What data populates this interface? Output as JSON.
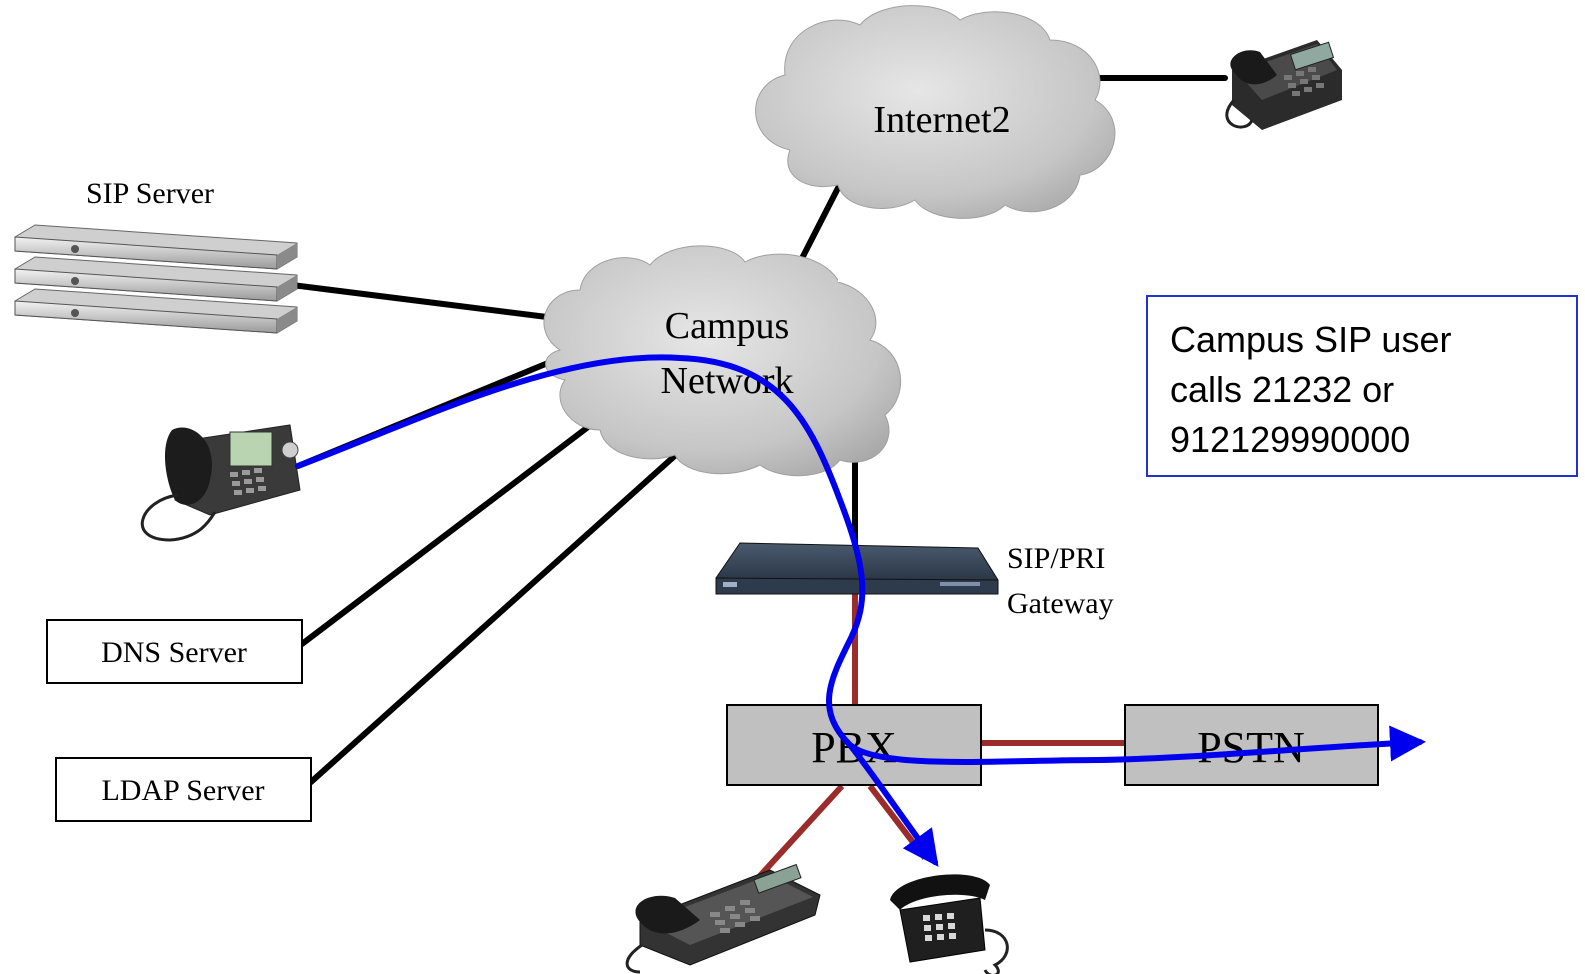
{
  "nodes": {
    "internet": "Internet2",
    "campus_line1": "Campus",
    "campus_line2": "Network",
    "sip_server": "SIP Server",
    "gateway_line1": "SIP/PRI",
    "gateway_line2": "Gateway",
    "dns": "DNS Server",
    "ldap": "LDAP Server",
    "pbx": "PBX",
    "pstn": "PSTN"
  },
  "note": {
    "line1": "Campus SIP user",
    "line2": "calls 21232 or",
    "line3": "912129990000"
  },
  "colors": {
    "ip_link": "#000000",
    "tdm_link": "#9b2c2c",
    "call_path": "#0000ee",
    "cloud": "#c8c8c8",
    "box_fill": "#c0c0c0",
    "note_border": "#2233cc"
  }
}
